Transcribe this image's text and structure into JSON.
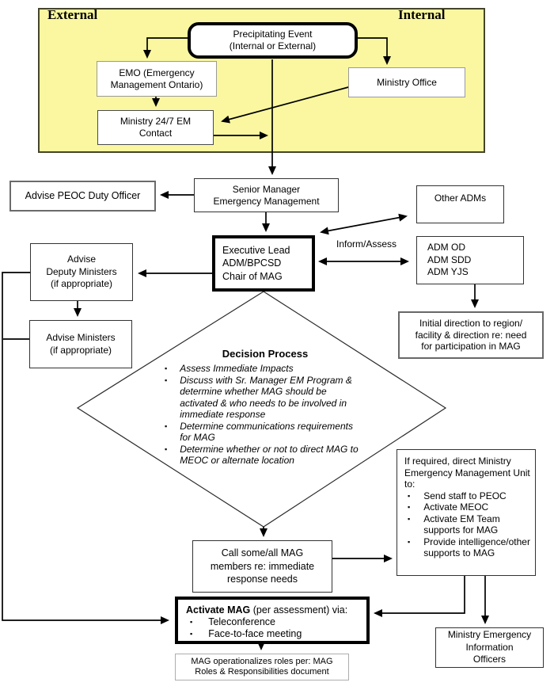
{
  "region": {
    "external_label": "External",
    "internal_label": "Internal"
  },
  "colors": {
    "region_fill": "#FAF7A0",
    "region_border": "#45452A",
    "line": "#000000",
    "emphasis_border": "#000000"
  },
  "labels": {
    "inform_assess": "Inform/Assess"
  },
  "nodes": {
    "precipitating": "Precipitating Event\n(Internal or External)",
    "emo": "EMO (Emergency\nManagement Ontario)",
    "ministry_office": "Ministry Office",
    "ministry_247": "Ministry 24/7 EM\nContact",
    "advise_peoc": "Advise PEOC Duty Officer",
    "senior_manager": "Senior Manager\nEmergency Management",
    "other_adms": "Other ADMs",
    "executive_lead": "Executive Lead\nADM/BPCSD\nChair of MAG",
    "adm_list": "ADM OD\nADM SDD\nADM YJS",
    "advise_deputy_ministers": "Advise\nDeputy Ministers\n(if appropriate)",
    "advise_ministers": "Advise Ministers\n(if appropriate)",
    "initial_direction": "Initial direction to region/\nfacility & direction re: need\nfor participation in MAG",
    "call_mag": "Call some/all MAG\nmembers re: immediate\nresponse needs",
    "mag_operationalizes": "MAG operationalizes roles per: MAG\nRoles & Responsibilities document",
    "ministry_eio": "Ministry Emergency\nInformation\nOfficers"
  },
  "decision": {
    "title": "Decision Process",
    "bullets": [
      "Assess Immediate Impacts",
      "Discuss with Sr. Manager EM Program & determine whether MAG should be activated & who needs to be involved in immediate response",
      "Determine communications requirements for MAG",
      "Determine whether or not to direct MAG to MEOC or alternate location"
    ]
  },
  "if_required": {
    "intro": "If required, direct Ministry Emergency Management Unit to:",
    "bullets": [
      "Send staff to PEOC",
      "Activate MEOC",
      "Activate EM Team supports for MAG",
      "Provide intelligence/other supports to MAG"
    ]
  },
  "activate_mag": {
    "title_bold": "Activate MAG",
    "title_rest": " (per assessment) via:",
    "bullets": [
      "Teleconference",
      "Face-to-face meeting"
    ]
  }
}
